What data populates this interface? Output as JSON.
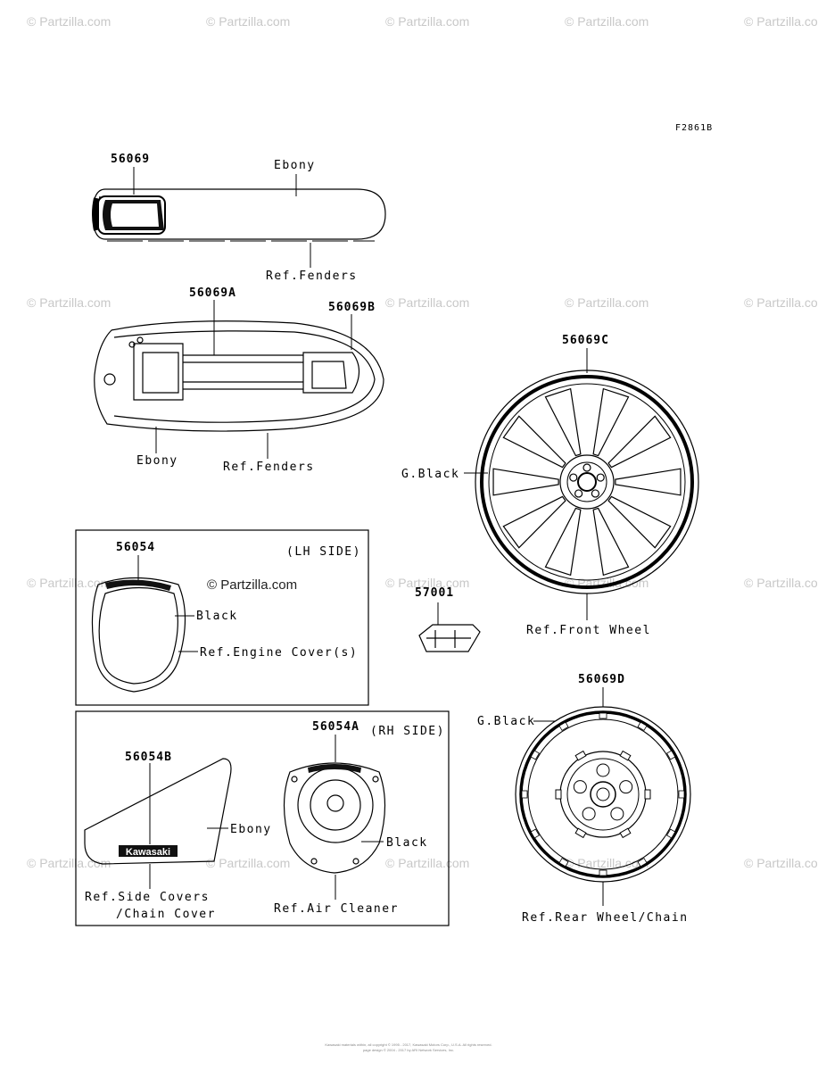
{
  "figure_code": "F2861B",
  "watermark": "© Partzilla.com",
  "center_watermark": "© Partzilla.com",
  "copyright_fine_print": "Kawasaki materials within, all copyright © 1995 - 2017, Kawasaki Motors Corp., U.S.A. All rights reserved.",
  "copyright_fine_print_2": "page design © 2004 - 2017 by ARI Network Services, Inc.",
  "parts": {
    "p56069": "56069",
    "p56069A": "56069A",
    "p56069B": "56069B",
    "p56069C": "56069C",
    "p56069D": "56069D",
    "p56054": "56054",
    "p56054A": "56054A",
    "p56054B": "56054B",
    "p57001": "57001"
  },
  "labels": {
    "ebony_top": "Ebony",
    "ref_fenders_top": "Ref.Fenders",
    "ebony_rear": "Ebony",
    "ref_fenders_rear": "Ref.Fenders",
    "g_black_front": "G.Black",
    "ref_front_wheel": "Ref.Front Wheel",
    "lh_side": "(LH SIDE)",
    "black_engine": "Black",
    "ref_engine_cover": "Ref.Engine Cover(s)",
    "rh_side": "(RH SIDE)",
    "ebony_side": "Ebony",
    "black_air": "Black",
    "ref_side_covers": "Ref.Side Covers",
    "chain_cover": "/Chain Cover",
    "ref_air_cleaner": "Ref.Air Cleaner",
    "g_black_rear": "G.Black",
    "ref_rear_wheel": "Ref.Rear Wheel/Chain",
    "kawasaki_logo": "Kawasaki"
  }
}
